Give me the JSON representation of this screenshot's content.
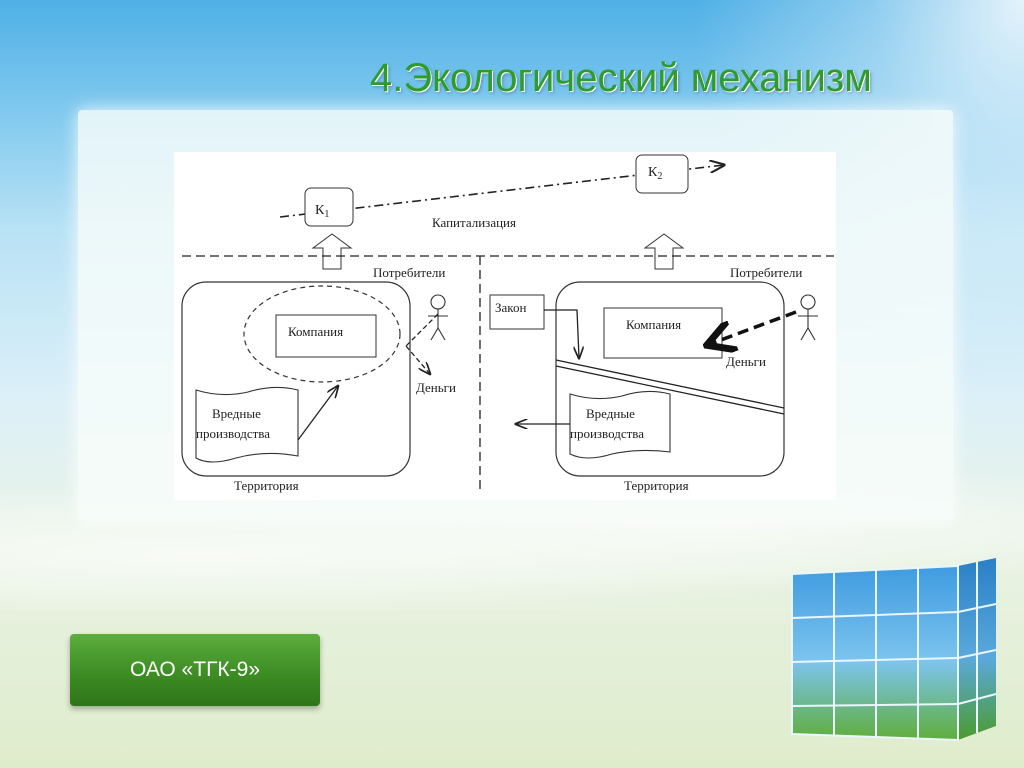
{
  "slide": {
    "title": "4.Экологический механизм",
    "footer": "ОАО «ТГК-9»"
  },
  "diagram": {
    "nodes": {
      "k1": "К",
      "k1_sub": "1",
      "k2": "К",
      "k2_sub": "2",
      "capitalization": "Капитализация",
      "consumers_left": "Потребители",
      "consumers_right": "Потребители",
      "company_left": "Компания",
      "company_right": "Компания",
      "money_left": "Деньги",
      "money_right": "Деньги",
      "harmful_left_line1": "Вредные",
      "harmful_left_line2": "производства",
      "harmful_right_line1": "Вредные",
      "harmful_right_line2": "производства",
      "law": "Закон",
      "territory_left": "Территория",
      "territory_right": "Территория"
    }
  },
  "colors": {
    "title_green": "#2f9b2a",
    "footer_green": "#3d8d25"
  }
}
